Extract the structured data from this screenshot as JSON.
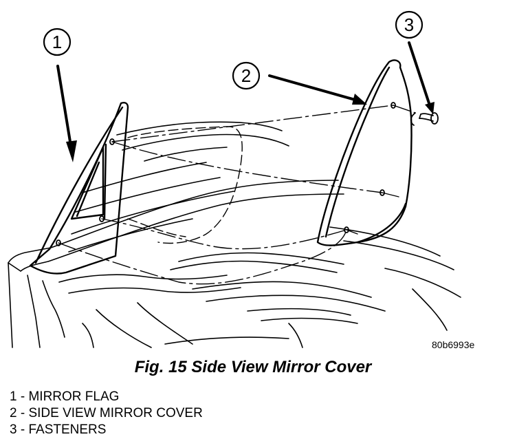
{
  "callouts": [
    {
      "number": "1"
    },
    {
      "number": "2"
    },
    {
      "number": "3"
    }
  ],
  "drawing_code": "80b6993e",
  "caption": "Fig. 15 Side View Mirror Cover",
  "legend": [
    {
      "number": "1",
      "text": "MIRROR FLAG"
    },
    {
      "number": "2",
      "text": "SIDE VIEW MIRROR COVER"
    },
    {
      "number": "3",
      "text": "FASTENERS"
    }
  ]
}
